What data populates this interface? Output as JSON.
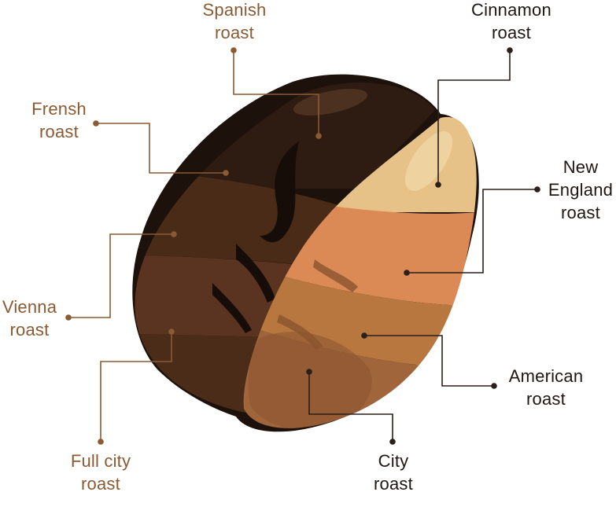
{
  "labels": {
    "spanish": {
      "line1": "Spanish",
      "line2": "roast"
    },
    "cinnamon": {
      "line1": "Cinnamon",
      "line2": "roast"
    },
    "frensh": {
      "line1": "Frensh",
      "line2": "roast"
    },
    "new_england": {
      "line1": "New",
      "line2": "England",
      "line3": "roast"
    },
    "vienna": {
      "line1": "Vienna",
      "line2": "roast"
    },
    "american": {
      "line1": "American",
      "line2": "roast"
    },
    "full_city": {
      "line1": "Full city",
      "line2": "roast"
    },
    "city": {
      "line1": "City",
      "line2": "roast"
    }
  },
  "colors": {
    "label_warm": "#8a5a33",
    "label_dark": "#1e1714",
    "leader_warm": "#8a5a33",
    "leader_dark": "#2a1f1a",
    "spanish": "#2e1b11",
    "frensh": "#4a2b17",
    "vienna": "#5a3420",
    "full_city": "#4b2c18",
    "city": "#a0653a",
    "american": "#b7773f",
    "new_england": "#dc8a55",
    "cinnamon": "#e6c289",
    "crease": "#170d08"
  }
}
